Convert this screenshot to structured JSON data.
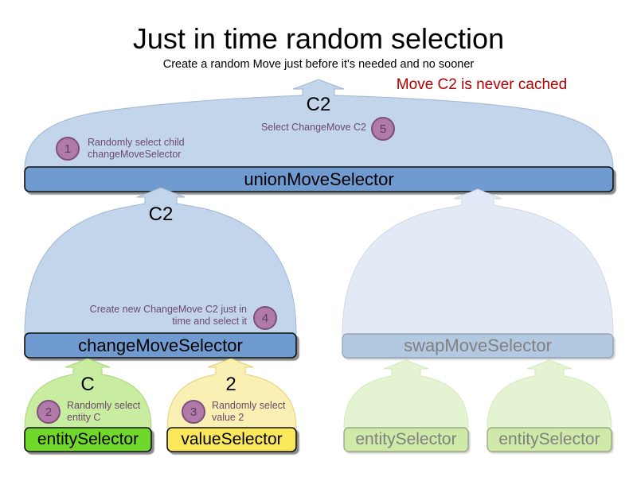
{
  "header": {
    "title": "Just in time random selection",
    "subtitle": "Create a random Move just before it's needed and no sooner",
    "note": "Move C2 is never cached"
  },
  "colors": {
    "note_red": "#b00000",
    "union_fill": "#6f9bd1",
    "hill_blue": "#c3d5ea",
    "hill_blue_faded": "#e3eaf5",
    "swap_fill": "#b3c9e2",
    "entity_green": "#6fd82b",
    "entity_green_light": "#c8eda0",
    "entity_green_faded": "#dff0c8",
    "value_yellow": "#fae85a",
    "value_yellow_light": "#faf0b4",
    "badge_fill": "#b07ba8",
    "badge_stroke": "#7d4f79",
    "annotation_text": "#6b4a6b",
    "faded_text": "#808080"
  },
  "nodes": {
    "union_move_selector": {
      "label": "unionMoveSelector"
    },
    "change_move_selector": {
      "label": "changeMoveSelector"
    },
    "swap_move_selector": {
      "label": "swapMoveSelector"
    },
    "entity_selector": {
      "label": "entitySelector"
    },
    "value_selector": {
      "label": "valueSelector"
    },
    "swap_entity_selector_1": {
      "label": "entitySelector"
    },
    "swap_entity_selector_2": {
      "label": "entitySelector"
    }
  },
  "flow_labels": {
    "union_out": "C2",
    "change_out": "C2",
    "entity_out": "C",
    "value_out": "2"
  },
  "steps": [
    {
      "number": "1",
      "text": "Randomly select child\nchangeMoveSelector"
    },
    {
      "number": "2",
      "text": "Randomly\nselect entity C"
    },
    {
      "number": "3",
      "text": "Randomly\nselect value 2"
    },
    {
      "number": "4",
      "text": "Create new ChangeMove C2\njust in time and select it"
    },
    {
      "number": "5",
      "text": "Select ChangeMove C2"
    }
  ]
}
